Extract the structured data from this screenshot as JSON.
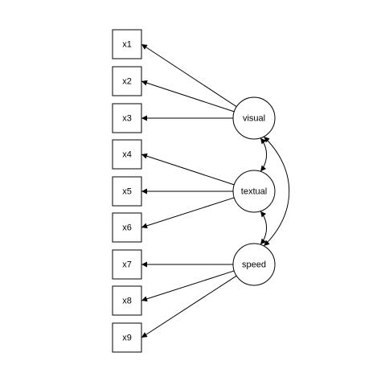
{
  "diagram": {
    "observed": [
      {
        "id": "x1",
        "label": "x1"
      },
      {
        "id": "x2",
        "label": "x2"
      },
      {
        "id": "x3",
        "label": "x3"
      },
      {
        "id": "x4",
        "label": "x4"
      },
      {
        "id": "x5",
        "label": "x5"
      },
      {
        "id": "x6",
        "label": "x6"
      },
      {
        "id": "x7",
        "label": "x7"
      },
      {
        "id": "x8",
        "label": "x8"
      },
      {
        "id": "x9",
        "label": "x9"
      }
    ],
    "latent": [
      {
        "id": "visual",
        "label": "visual"
      },
      {
        "id": "textual",
        "label": "textual"
      },
      {
        "id": "speed",
        "label": "speed"
      }
    ],
    "loadings": [
      {
        "from": "visual",
        "to": "x1"
      },
      {
        "from": "visual",
        "to": "x2"
      },
      {
        "from": "visual",
        "to": "x3"
      },
      {
        "from": "textual",
        "to": "x4"
      },
      {
        "from": "textual",
        "to": "x5"
      },
      {
        "from": "textual",
        "to": "x6"
      },
      {
        "from": "speed",
        "to": "x7"
      },
      {
        "from": "speed",
        "to": "x8"
      },
      {
        "from": "speed",
        "to": "x9"
      }
    ],
    "covariances": [
      {
        "a": "visual",
        "b": "textual"
      },
      {
        "a": "textual",
        "b": "speed"
      },
      {
        "a": "visual",
        "b": "speed"
      }
    ]
  }
}
